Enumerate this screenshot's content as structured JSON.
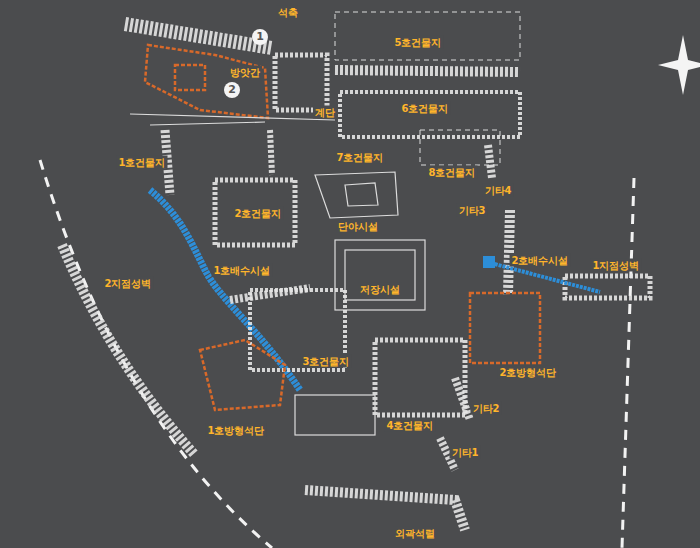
{
  "diagram": {
    "labels": [
      "석축",
      "1",
      "방앗간",
      "2",
      "5호건물지",
      "계단",
      "6호건물지",
      "7호건물지",
      "8호건물지",
      "1호건물지",
      "기타4",
      "2호건물지",
      "단야시설",
      "기타3",
      "2호배수시설",
      "1지점성벽",
      "2지점성벽",
      "1호배수시설",
      "저장시설",
      "3호건물지",
      "2호방형석단",
      "기타2",
      "1호방형석단",
      "4호건물지",
      "기타1",
      "외곽석렬"
    ]
  }
}
